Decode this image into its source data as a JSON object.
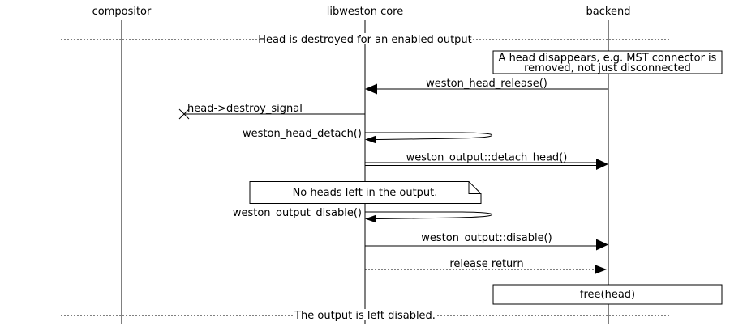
{
  "colors": {
    "foreground": "#000000",
    "background": "#ffffff"
  },
  "diagram_type": "uml-sequence-diagram",
  "lifelines": [
    {
      "label": "compositor"
    },
    {
      "label": "libweston core"
    },
    {
      "label": "backend"
    }
  ],
  "dividers": [
    {
      "label": "Head is destroyed for an enabled output"
    },
    {
      "label": "The output is left disabled."
    }
  ],
  "notes": [
    {
      "line1": "A head disappears, e.g. MST connector is",
      "line2": "removed, not just disconnected",
      "style": "box",
      "over": "backend"
    },
    {
      "text": "No heads left in the output.",
      "style": "folded-note",
      "over": "libweston core"
    },
    {
      "text": "free(head)",
      "style": "box",
      "over": "backend"
    }
  ],
  "messages": [
    {
      "label": "weston_head_release()",
      "from": "backend",
      "to": "libweston core",
      "style": "solid-call"
    },
    {
      "label": "head->destroy_signal",
      "from": "libweston core",
      "to": "lost",
      "style": "lost-signal"
    },
    {
      "label": "weston_head_detach()",
      "from": "libweston core",
      "to": "libweston core",
      "style": "self-call"
    },
    {
      "label": "weston_output::detach_head()",
      "from": "libweston core",
      "to": "backend",
      "style": "double-line-call"
    },
    {
      "label": "weston_output_disable()",
      "from": "libweston core",
      "to": "libweston core",
      "style": "self-call"
    },
    {
      "label": "weston_output::disable()",
      "from": "libweston core",
      "to": "backend",
      "style": "double-line-call"
    },
    {
      "label": "release return",
      "from": "libweston core",
      "to": "backend",
      "style": "dotted-return"
    }
  ]
}
